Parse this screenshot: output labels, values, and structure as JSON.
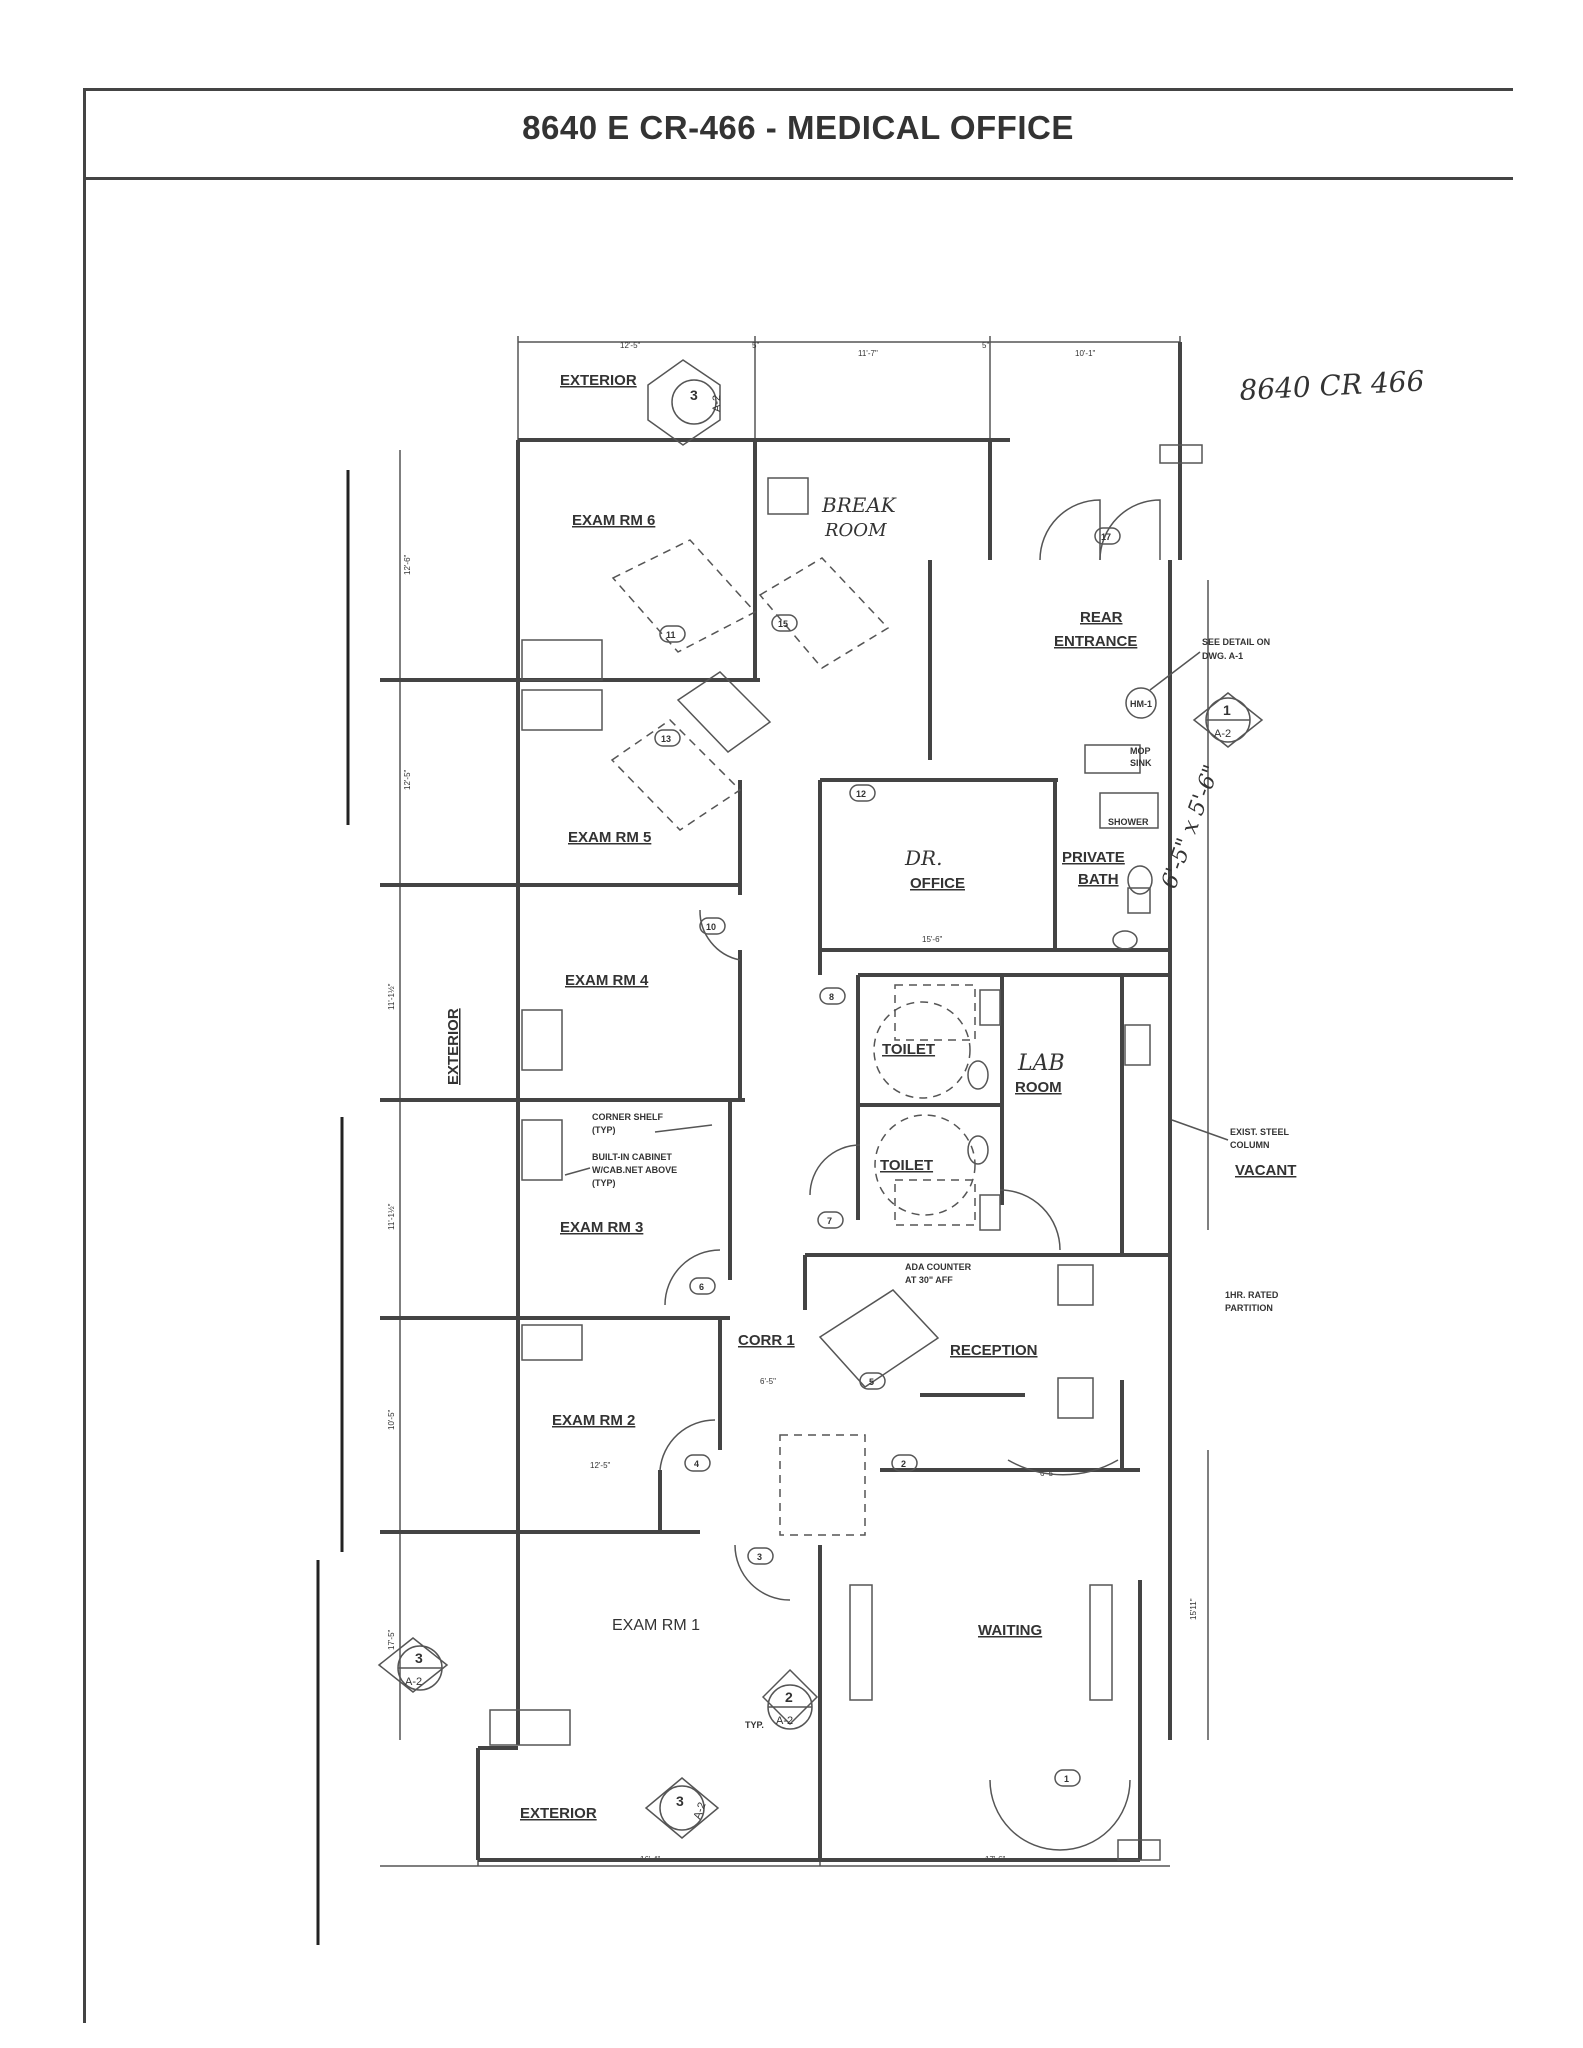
{
  "header": {
    "title": "8640 E CR-466 - MEDICAL OFFICE"
  },
  "annotation": {
    "handwritten_address": "8640 CR 466"
  },
  "rooms": {
    "exam6": "EXAM RM 6",
    "exam5": "EXAM RM 5",
    "exam4": "EXAM RM 4",
    "exam3": "EXAM RM 3",
    "exam2": "EXAM RM 2",
    "exam1": "EXAM RM 1",
    "break_line1": "BREAK",
    "break_line2": "ROOM",
    "rear_line1": "REAR",
    "rear_line2": "ENTRANCE",
    "dr_line1": "DR.",
    "dr_line2": "OFFICE",
    "private_line1": "PRIVATE",
    "private_line2": "BATH",
    "shower": "SHOWER",
    "mop_line1": "MOP",
    "mop_line2": "SINK",
    "toilet_upper": "TOILET",
    "toilet_lower": "TOILET",
    "lab_line1": "LAB",
    "lab_line2": "ROOM",
    "reception": "RECEPTION",
    "corr": "CORR 1",
    "waiting": "WAITING",
    "vacant": "VACANT",
    "exterior_top": "EXTERIOR",
    "exterior_left": "EXTERIOR",
    "exterior_bottom": "EXTERIOR"
  },
  "notes": {
    "see_detail_line1": "SEE DETAIL ON",
    "see_detail_line2": "DWG. A-1",
    "exist_line1": "EXIST. STEEL",
    "exist_line2": "COLUMN",
    "rated_line1": "1HR. RATED",
    "rated_line2": "PARTITION",
    "corner_line1": "CORNER SHELF",
    "corner_line2": "(TYP)",
    "builtin_line1": "BUILT-IN CABINET",
    "builtin_line2": "W/CAB.NET ABOVE",
    "builtin_line3": "(TYP)",
    "ada_line1": "ADA COUNTER",
    "ada_line2": "AT 30\" AFF",
    "typ": "TYP."
  },
  "section_markers": {
    "m1": {
      "num": "3",
      "sheet": "A-2"
    },
    "m2": {
      "num": "1",
      "sheet": "A-2"
    },
    "m3": {
      "num": "3",
      "sheet": "A-2"
    },
    "m4": {
      "num": "2",
      "sheet": "A-2"
    },
    "m5": {
      "num": "3",
      "sheet": "A-2"
    }
  },
  "doors": {
    "d1": "1",
    "d2": "2",
    "d3": "3",
    "d4": "4",
    "d5": "5",
    "d6": "6",
    "d7": "7",
    "d8": "8",
    "d10": "10",
    "d11": "11",
    "d12": "12",
    "d13": "13",
    "d15": "15",
    "d17": "17",
    "hm": "HM-1"
  },
  "dimensions": {
    "top1": "12'-5\"",
    "top2": "5\"",
    "top3": "11'-7\"",
    "top4": "5\"",
    "top5": "10'-1\"",
    "left1": "12'-6\"",
    "left2": "12'-5\"",
    "left3": "11'-1½\"",
    "left4": "11'-1½\"",
    "left5": "10'-5\"",
    "left6": "17'-5\"",
    "bottom1": "16'-4\"",
    "bottom2": "17'-6\"",
    "right1": "15'11\"",
    "mid1": "12'-5\"",
    "mid2": "6'-5\"",
    "mid3": "6'-5\"",
    "dr_width": "15'-6\""
  },
  "handwritten_dim": "6'-5\" x 5'-6\""
}
